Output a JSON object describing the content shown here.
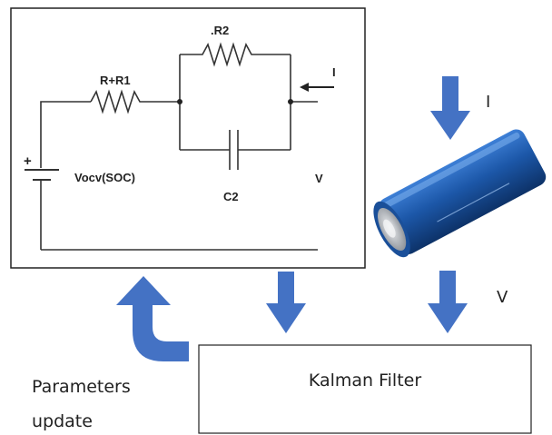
{
  "circuit": {
    "r2_label": ".R2",
    "r_r1_label": "R+R1",
    "current_label": "I",
    "plus_sign": "+",
    "source_label": "Vocv(SOC)",
    "c2_label": "C2",
    "voltage_label": "V"
  },
  "flow": {
    "current_in_label": "I",
    "voltage_out_label": "V",
    "filter_label": "Kalman Filter",
    "feedback_label_line1": "Parameters",
    "feedback_label_line2": "update"
  },
  "colors": {
    "arrow": "#4472C4",
    "battery_body": "#1c57a8",
    "battery_cap": "#c9ccd0"
  },
  "icons": {
    "battery": "cylindrical-battery-icon",
    "down_arrow": "down-arrow-icon",
    "feedback_arrow": "curved-up-arrow-icon"
  }
}
